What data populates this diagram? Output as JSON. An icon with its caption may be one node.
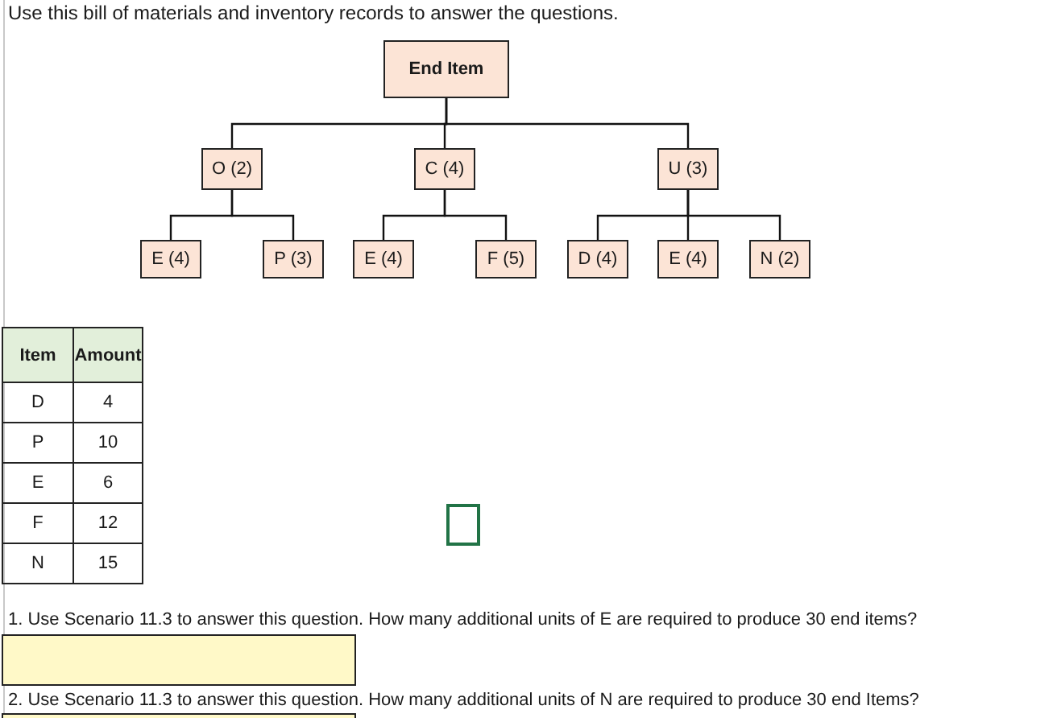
{
  "diagram": {
    "title": "Use this bill of materials and inventory records to answer the questions.",
    "nodes": [
      {
        "text": [
          "End Item"
        ]
      },
      {
        "text": [
          "O (2)"
        ]
      },
      {
        "text": [
          "C (4)"
        ]
      },
      {
        "text": [
          "U (3)"
        ]
      },
      {
        "text": [
          "E (4)"
        ]
      },
      {
        "text": [
          "P (3)"
        ]
      },
      {
        "text": [
          "E (4)"
        ]
      },
      {
        "text": [
          "F (5)"
        ]
      },
      {
        "text": [
          "D (4)"
        ]
      },
      {
        "text": [
          "E (4)"
        ]
      },
      {
        "text": [
          "N (2)"
        ]
      }
    ],
    "edges": [
      {
        "from": 0,
        "to": 1,
        "arrow": "none"
      },
      {
        "from": 0,
        "to": 2,
        "arrow": "none"
      },
      {
        "from": 0,
        "to": 3,
        "arrow": "none"
      },
      {
        "from": 1,
        "to": 4,
        "arrow": "none"
      },
      {
        "from": 1,
        "to": 5,
        "arrow": "none"
      },
      {
        "from": 2,
        "to": 6,
        "arrow": "none"
      },
      {
        "from": 2,
        "to": 7,
        "arrow": "none"
      },
      {
        "from": 3,
        "to": 8,
        "arrow": "none"
      },
      {
        "from": 3,
        "to": 9,
        "arrow": "none"
      },
      {
        "from": 3,
        "to": 10,
        "arrow": "none"
      }
    ],
    "labels": [
      "Item",
      "Amount",
      "D",
      "4",
      "P",
      "10",
      "E",
      "6",
      "F",
      "12",
      "N",
      "15",
      "1. Use Scenario 11.3 to answer this question. How many additional units of E are required to produce 30 end items?",
      "2. Use Scenario 11.3 to answer this question. How many additional units of N are required to produce 30 end Items?"
    ]
  }
}
